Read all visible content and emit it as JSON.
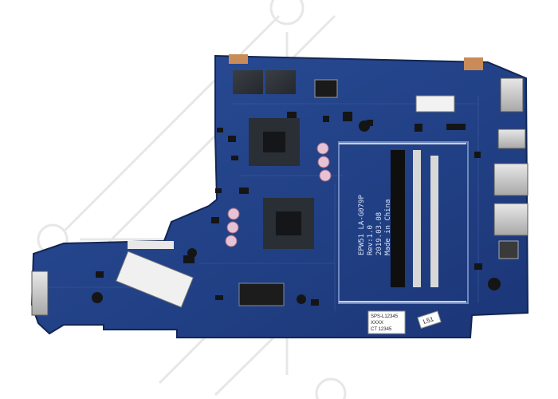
{
  "image": {
    "subject": "laptop-motherboard",
    "board_color": "#1f3f86",
    "watermark_color": "#e6e6e6",
    "background": "#ffffff"
  },
  "silkscreen": {
    "model": "EPW51 LA-G079P",
    "revision": "Rev:1.0",
    "date": "2019.03.08",
    "origin": "Made in China"
  },
  "stickers": {
    "main_lines": [
      "SPS-L12345",
      "XXXX",
      "CT 12345"
    ],
    "small": "L51"
  }
}
